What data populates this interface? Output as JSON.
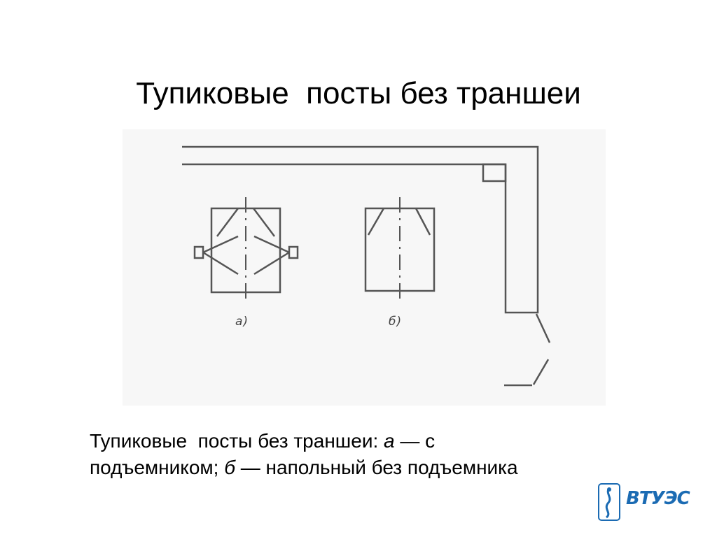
{
  "slide": {
    "title": "Тупиковые  посты без траншеи",
    "caption": {
      "prefix": "Тупиковые  посты без траншеи: ",
      "a_letter": "а",
      "a_text": " — с",
      "line2_start": "подъемником; ",
      "b_letter": "б",
      "b_text": " — напольный без подъемника"
    }
  },
  "figure": {
    "label_a": "а)",
    "label_b": "б)"
  },
  "logo": {
    "text": "ВТУЭС",
    "color": "#1b6bb3"
  }
}
